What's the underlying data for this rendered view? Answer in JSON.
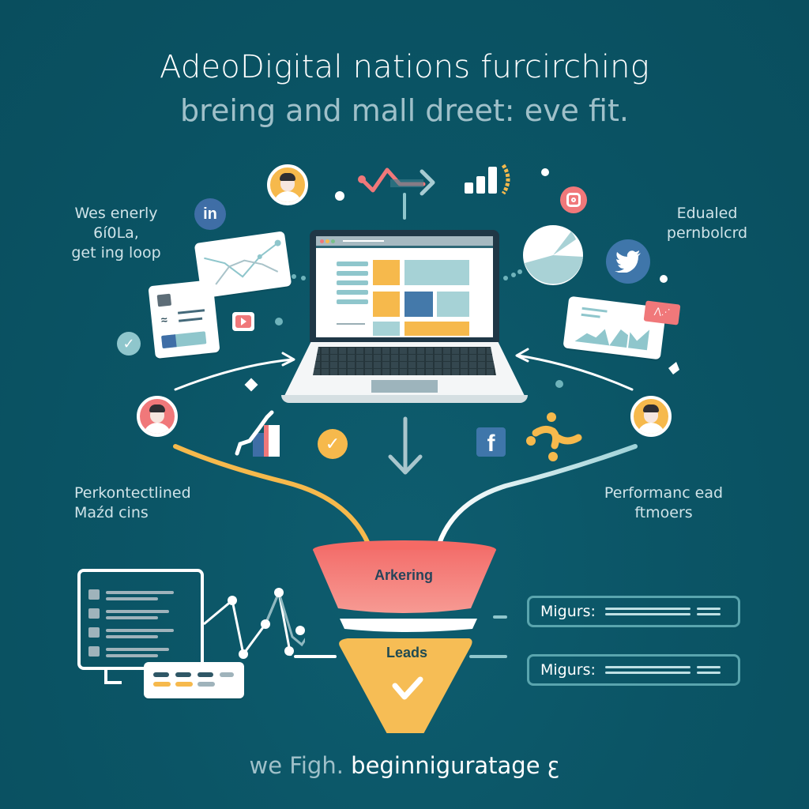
{
  "header": {
    "title": "AdeoDigital nations furcirching",
    "subtitle": "breing and mall dreet: eve fit."
  },
  "labels": {
    "top_left": [
      "Wes enerly",
      "6í0La,",
      "get ing loop"
    ],
    "top_right": [
      "Edualed",
      "pernbolcrd"
    ],
    "mid_left": [
      "Perkontectlined",
      "Maźd cins"
    ],
    "mid_right": [
      "Performanc ead",
      "ftmoers"
    ]
  },
  "funnel": {
    "top_stage": "Arkering",
    "bottom_stage": "Leads"
  },
  "metrics": [
    {
      "label": "Migurs:"
    },
    {
      "label": "Migurs:"
    }
  ],
  "footer": {
    "muted": "we Figh.",
    "bright": "beginniguratage ꜫ"
  },
  "icons": {
    "linkedin": "in",
    "facebook": "f",
    "youtube": "play-icon",
    "instagram": "instagram-icon",
    "twitter": "bird-icon"
  },
  "colors": {
    "background": "#0b5566",
    "accent_yellow": "#f6b94c",
    "accent_coral": "#f0787a",
    "accent_teal": "#8fc6cc",
    "accent_blue": "#3f76aa",
    "white": "#ffffff"
  }
}
